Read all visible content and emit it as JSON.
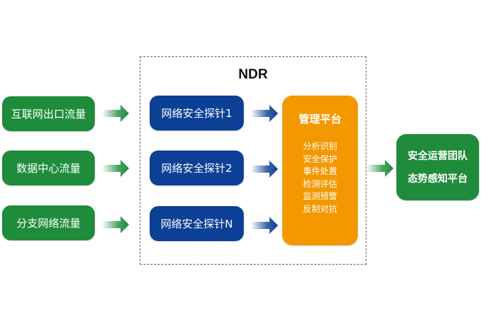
{
  "sources": [
    {
      "label": "互联网出口流量"
    },
    {
      "label": "数据中心流量"
    },
    {
      "label": "分支网络流量"
    }
  ],
  "ndr": {
    "title": "NDR",
    "probes": [
      {
        "label": "网络安全探针1"
      },
      {
        "label": "网络安全探针2"
      },
      {
        "label": "网络安全探针N"
      }
    ],
    "management": {
      "title": "管理平台",
      "functions": [
        "分析识别",
        "安全保护",
        "事件处置",
        "检测评估",
        "监测预警",
        "反制对抗"
      ]
    }
  },
  "target": {
    "lines": [
      "安全运营团队",
      "态势感知平台"
    ]
  },
  "colors": {
    "green": "#1f8c3b",
    "blue": "#0c3f96",
    "orange": "#f39800"
  }
}
